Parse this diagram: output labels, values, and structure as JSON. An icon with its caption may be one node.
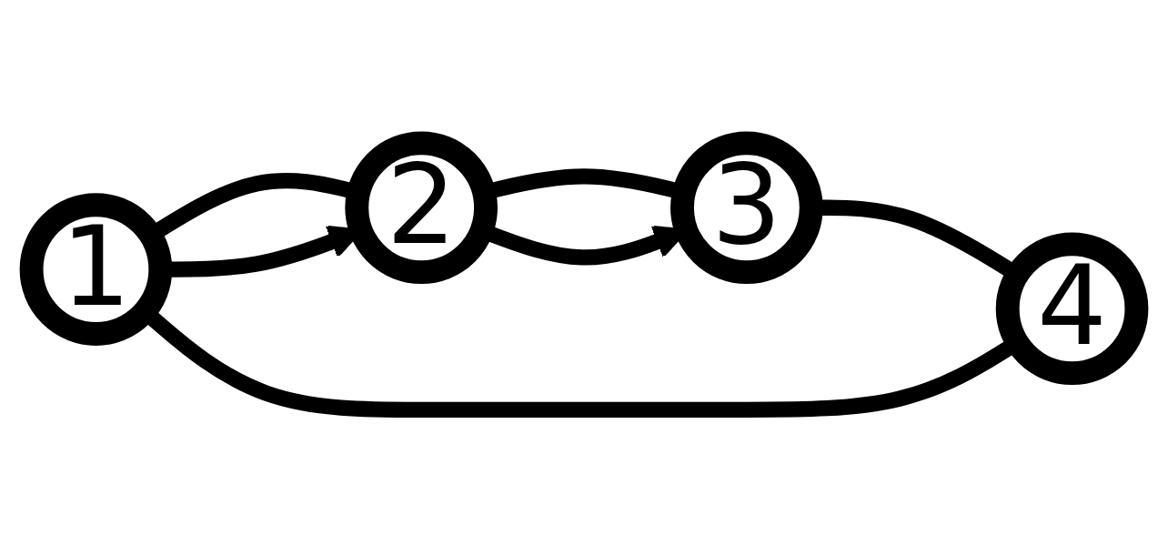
{
  "diagram": {
    "nodes": [
      {
        "text": [
          "1"
        ]
      },
      {
        "text": [
          "2"
        ]
      },
      {
        "text": [
          "3"
        ]
      },
      {
        "text": [
          "4"
        ]
      }
    ],
    "edges": [
      {
        "from": 0,
        "to": 1,
        "arrow": "none"
      },
      {
        "from": 1,
        "to": 2,
        "arrow": "none"
      },
      {
        "from": 2,
        "to": 3,
        "arrow": "none"
      },
      {
        "from": 3,
        "to": 0,
        "arrow": "none"
      },
      {
        "from": 0,
        "to": 1,
        "arrow": "to"
      },
      {
        "from": 1,
        "to": 2,
        "arrow": "to"
      }
    ]
  }
}
